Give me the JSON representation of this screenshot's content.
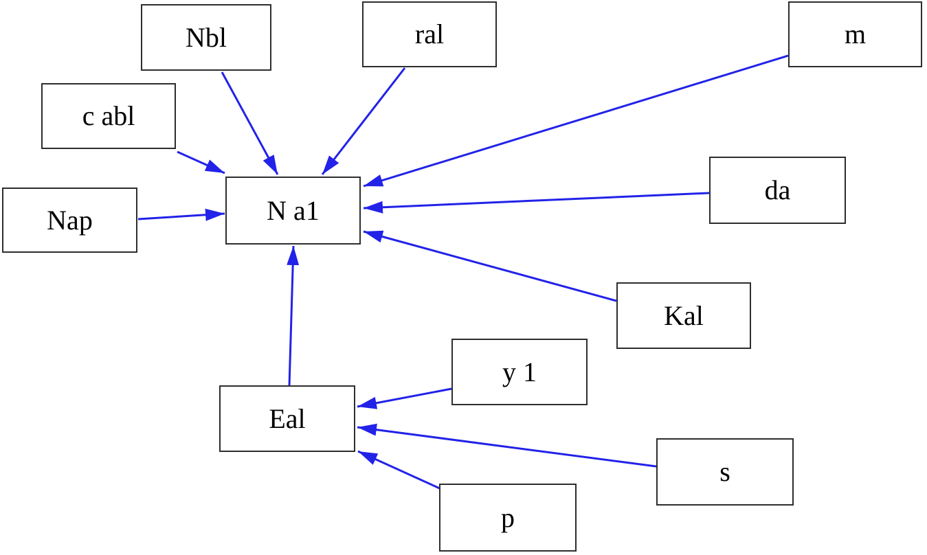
{
  "diagram": {
    "type": "directed-graph",
    "background_color": "#ffffff",
    "arrow_color": "#2222e8",
    "box_border_color": "#2d2d2d",
    "text_color": "#000000",
    "nodes": [
      {
        "id": "nbl",
        "label": "Nbl"
      },
      {
        "id": "ral",
        "label": "ral"
      },
      {
        "id": "m",
        "label": "m"
      },
      {
        "id": "cabl",
        "label": "c abl"
      },
      {
        "id": "nap",
        "label": "Nap"
      },
      {
        "id": "na1",
        "label": "N a1"
      },
      {
        "id": "da",
        "label": "da"
      },
      {
        "id": "kal",
        "label": "Kal"
      },
      {
        "id": "y1",
        "label": "y 1"
      },
      {
        "id": "eal",
        "label": "Eal"
      },
      {
        "id": "s",
        "label": "s"
      },
      {
        "id": "p",
        "label": "p"
      }
    ],
    "edges": [
      {
        "from": "Nbl",
        "to": "N a1"
      },
      {
        "from": "ral",
        "to": "N a1"
      },
      {
        "from": "m",
        "to": "N a1"
      },
      {
        "from": "c abl",
        "to": "N a1"
      },
      {
        "from": "Nap",
        "to": "N a1"
      },
      {
        "from": "da",
        "to": "N a1"
      },
      {
        "from": "Kal",
        "to": "N a1"
      },
      {
        "from": "Eal",
        "to": "N a1"
      },
      {
        "from": "y 1",
        "to": "Eal"
      },
      {
        "from": "s",
        "to": "Eal"
      },
      {
        "from": "p",
        "to": "Eal"
      }
    ]
  }
}
